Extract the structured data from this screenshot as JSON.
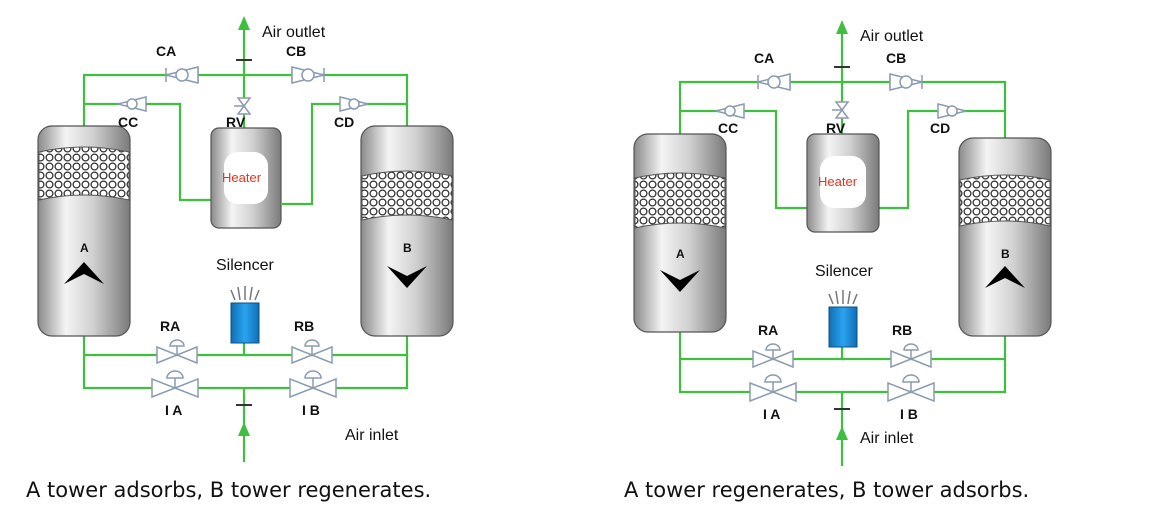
{
  "diagrams": [
    {
      "labels": {
        "air_outlet": "Air outlet",
        "air_inlet": "Air inlet",
        "ca": "CA",
        "cb": "CB",
        "cc": "CC",
        "cd": "CD",
        "rv": "RV",
        "heater": "Heater",
        "silencer": "Silencer",
        "ra": "RA",
        "rb": "RB",
        "ia": "I A",
        "ib": "I B",
        "tower_a": "A",
        "tower_b": "B"
      },
      "tower_a_arrow": "up",
      "tower_b_arrow": "down",
      "caption": "A tower adsorbs, B tower regenerates."
    },
    {
      "labels": {
        "air_outlet": "Air outlet",
        "air_inlet": "Air inlet",
        "ca": "CA",
        "cb": "CB",
        "cc": "CC",
        "cd": "CD",
        "rv": "RV",
        "heater": "Heater",
        "silencer": "Silencer",
        "ra": "RA",
        "rb": "RB",
        "ia": "I A",
        "ib": "I B",
        "tower_a": "A",
        "tower_b": "B"
      },
      "tower_a_arrow": "down",
      "tower_b_arrow": "up",
      "caption": "A tower regenerates, B tower adsorbs."
    }
  ],
  "colors": {
    "pipe": "#3fbf3f",
    "silencer": "#1a8fd8",
    "heater_text": "#e8321e",
    "tower": "#c4c4c4"
  }
}
